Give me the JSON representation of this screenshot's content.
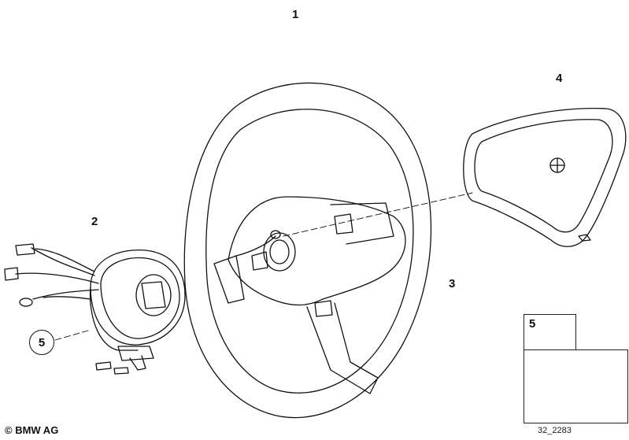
{
  "callouts": {
    "steering_wheel": "1",
    "slip_ring": "2",
    "wheel_rim": "3",
    "airbag": "4",
    "screw": "5",
    "screw_circled": "5"
  },
  "inset": {
    "part_number": "5"
  },
  "footer": {
    "copyright": "© BMW AG",
    "diagram_ref": "32_2283"
  },
  "icons": {
    "copyright": "copyright-icon",
    "screw": "screw-icon",
    "car": "car-icon"
  }
}
